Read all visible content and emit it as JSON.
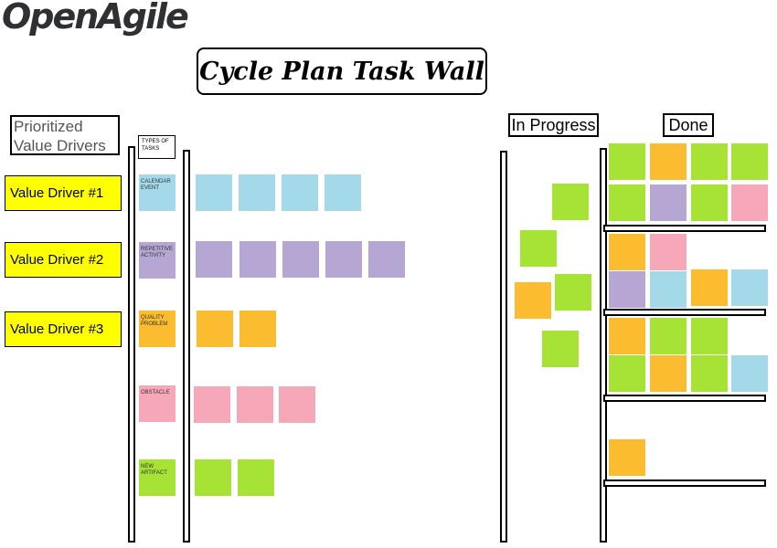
{
  "logo": "OpenAgile",
  "title": "Cycle Plan Task Wall",
  "headers": {
    "prioritized": "Prioritized Value Drivers",
    "types": "TYPES OF TASKS",
    "in_progress": "In Progress",
    "done": "Done"
  },
  "value_drivers": [
    "Value Driver #1",
    "Value Driver #2",
    "Value Driver #3"
  ],
  "task_types": [
    {
      "label": "CALENDAR EVENT",
      "color": "#a3d9e8"
    },
    {
      "label": "REPETITIVE ACTIVITY",
      "color": "#b5a6d4"
    },
    {
      "label": "QUALITY PROBLEM",
      "color": "#fbbd2f"
    },
    {
      "label": "OBSTACLE",
      "color": "#f6a8b8"
    },
    {
      "label": "NEW ARTIFACT",
      "color": "#a6e335"
    }
  ],
  "colors": {
    "calendar": "#a3d9e8",
    "repetitive": "#b5a6d4",
    "quality": "#fbbd2f",
    "obstacle": "#f6a8b8",
    "artifact": "#a6e335",
    "value_driver": "#ffff00"
  },
  "backlog_counts": {
    "calendar_event": 4,
    "repetitive_activity": 5,
    "quality_problem": 2,
    "obstacle": 3,
    "new_artifact": 2
  },
  "in_progress_notes": [
    "new_artifact",
    "new_artifact",
    "quality_problem",
    "new_artifact",
    "new_artifact"
  ],
  "done_groups": [
    [
      "new_artifact",
      "quality_problem",
      "new_artifact",
      "new_artifact",
      "new_artifact",
      "repetitive_activity",
      "new_artifact",
      "obstacle"
    ],
    [
      "quality_problem",
      "obstacle",
      "repetitive_activity",
      "calendar_event",
      "quality_problem",
      "calendar_event"
    ],
    [
      "quality_problem",
      "new_artifact",
      "new_artifact",
      "new_artifact",
      "quality_problem",
      "new_artifact",
      "calendar_event"
    ],
    [
      "quality_problem"
    ]
  ]
}
